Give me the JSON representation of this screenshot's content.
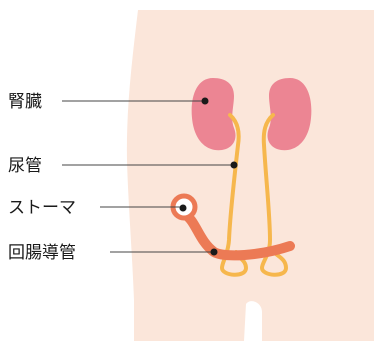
{
  "labels": {
    "kidney": "腎臓",
    "ureter": "尿管",
    "stoma": "ストーマ",
    "ileal_conduit": "回腸導管"
  },
  "colors": {
    "body": "#fbe6da",
    "kidney": "#ec8593",
    "ureter": "#f6b74d",
    "conduit": "#ec7a55",
    "stoma_ring": "#ec7a55",
    "leader_line": "#444444",
    "dot": "#1a1a1a"
  }
}
